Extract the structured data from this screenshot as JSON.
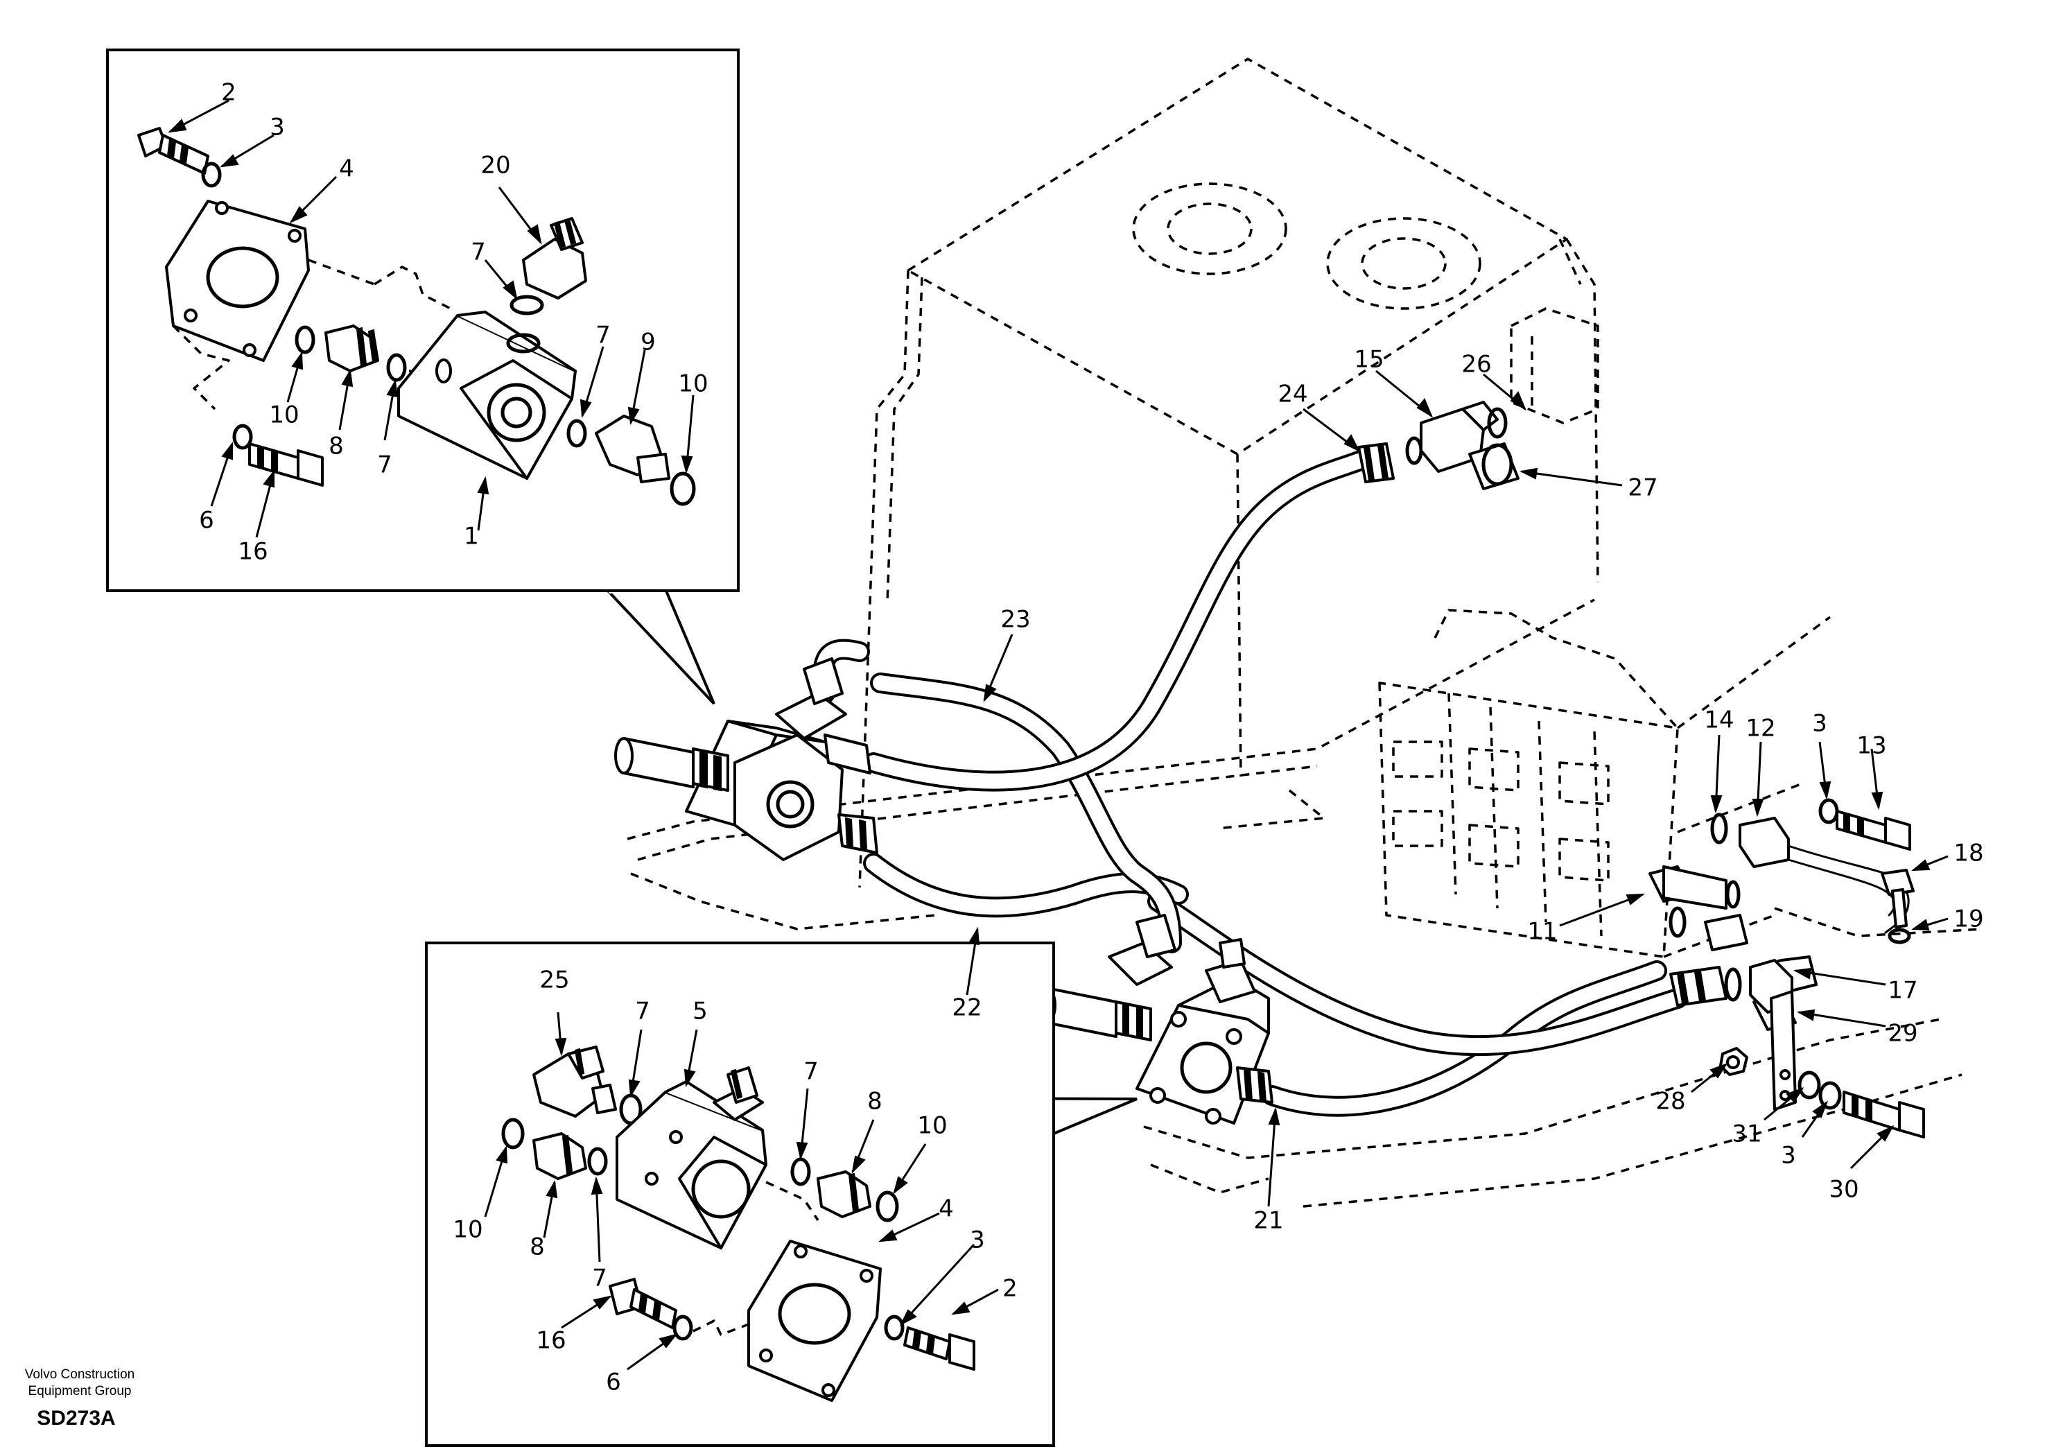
{
  "diagram": {
    "footer": {
      "company_line1": "Volvo Construction",
      "company_line2": "Equipment Group",
      "drawing_code": "SD273A"
    },
    "callouts_upper_inset": [
      {
        "id": "2",
        "label": "2"
      },
      {
        "id": "3",
        "label": "3"
      },
      {
        "id": "4",
        "label": "4"
      },
      {
        "id": "20",
        "label": "20"
      },
      {
        "id": "7a",
        "label": "7"
      },
      {
        "id": "7b",
        "label": "7"
      },
      {
        "id": "7c",
        "label": "7"
      },
      {
        "id": "9",
        "label": "9"
      },
      {
        "id": "10a",
        "label": "10"
      },
      {
        "id": "10b",
        "label": "10"
      },
      {
        "id": "8",
        "label": "8"
      },
      {
        "id": "1",
        "label": "1"
      },
      {
        "id": "6",
        "label": "6"
      },
      {
        "id": "16",
        "label": "16"
      }
    ],
    "callouts_main": [
      {
        "id": "26",
        "label": "26"
      },
      {
        "id": "15",
        "label": "15"
      },
      {
        "id": "24",
        "label": "24"
      },
      {
        "id": "27",
        "label": "27"
      },
      {
        "id": "23",
        "label": "23"
      },
      {
        "id": "22",
        "label": "22"
      },
      {
        "id": "21",
        "label": "21"
      },
      {
        "id": "14",
        "label": "14"
      },
      {
        "id": "12",
        "label": "12"
      },
      {
        "id": "3",
        "label": "3"
      },
      {
        "id": "13",
        "label": "13"
      },
      {
        "id": "18",
        "label": "18"
      },
      {
        "id": "19",
        "label": "19"
      },
      {
        "id": "11",
        "label": "11"
      },
      {
        "id": "17",
        "label": "17"
      },
      {
        "id": "29",
        "label": "29"
      },
      {
        "id": "28",
        "label": "28"
      },
      {
        "id": "31",
        "label": "31"
      },
      {
        "id": "3b",
        "label": "3"
      },
      {
        "id": "30",
        "label": "30"
      }
    ],
    "callouts_lower_inset": [
      {
        "id": "25",
        "label": "25"
      },
      {
        "id": "7a",
        "label": "7"
      },
      {
        "id": "5",
        "label": "5"
      },
      {
        "id": "7b",
        "label": "7"
      },
      {
        "id": "8a",
        "label": "8"
      },
      {
        "id": "10a",
        "label": "10"
      },
      {
        "id": "4",
        "label": "4"
      },
      {
        "id": "3",
        "label": "3"
      },
      {
        "id": "2",
        "label": "2"
      },
      {
        "id": "10b",
        "label": "10"
      },
      {
        "id": "8b",
        "label": "8"
      },
      {
        "id": "7c",
        "label": "7"
      },
      {
        "id": "16",
        "label": "16"
      },
      {
        "id": "6",
        "label": "6"
      }
    ]
  }
}
